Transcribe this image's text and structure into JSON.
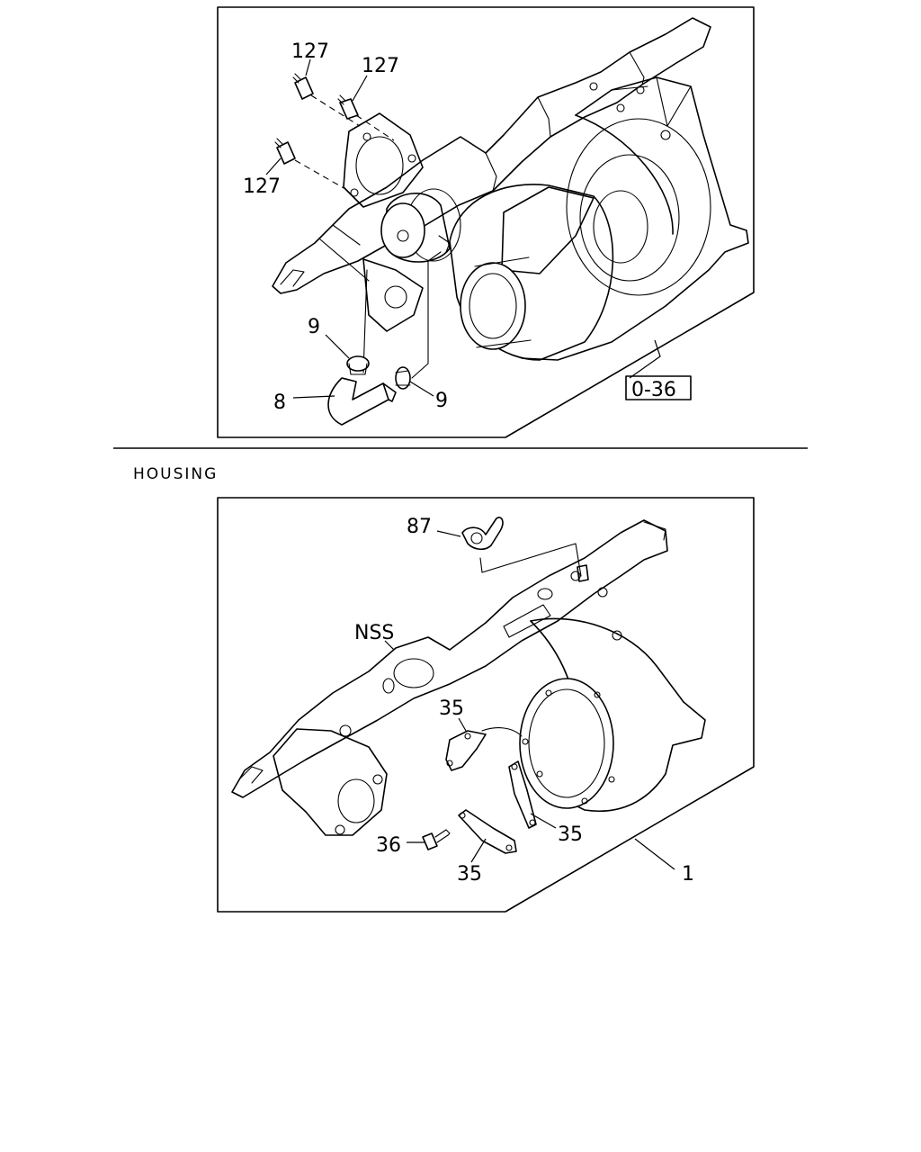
{
  "top_diagram": {
    "callouts": {
      "c127a": "127",
      "c127b": "127",
      "c127c": "127",
      "c9a": "9",
      "c8": "8",
      "c9b": "9"
    },
    "reference_box": "0-36"
  },
  "section_heading": "HOUSING",
  "bottom_diagram": {
    "callouts": {
      "c87": "87",
      "cNSS": "NSS",
      "c35a": "35",
      "c35b": "35",
      "c35c": "35",
      "c36": "36",
      "c1": "1"
    }
  }
}
